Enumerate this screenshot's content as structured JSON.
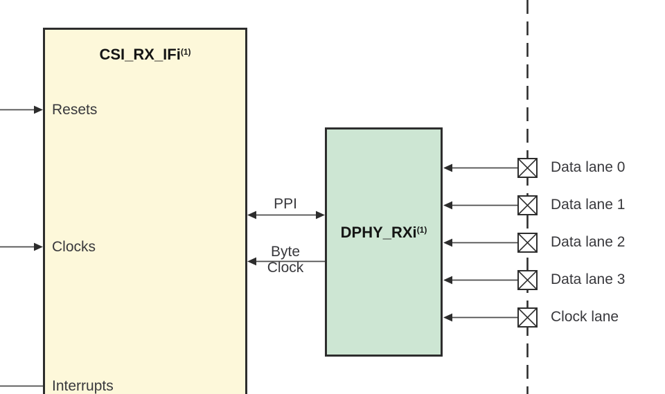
{
  "colors": {
    "csi_fill": "#FDF8DA",
    "dphy_fill": "#CDE6D3",
    "outline": "#2D2D2D",
    "connector": "#4B4B4B",
    "text": "#38383C"
  },
  "csi_block": {
    "title": "CSI_RX_IFi",
    "title_sup": "(1)",
    "ports": [
      {
        "label": "Resets"
      },
      {
        "label": "Clocks"
      },
      {
        "label": "Interrupts"
      }
    ]
  },
  "dphy_block": {
    "title": "DPHY_RXi",
    "title_sup": "(1)"
  },
  "interconnect": {
    "ppi_label": "PPI",
    "byte_clock_line1": "Byte",
    "byte_clock_line2": "Clock"
  },
  "lanes": [
    {
      "label": "Data lane 0"
    },
    {
      "label": "Data lane 1"
    },
    {
      "label": "Data lane 2"
    },
    {
      "label": "Data lane 3"
    },
    {
      "label": "Clock lane"
    }
  ]
}
